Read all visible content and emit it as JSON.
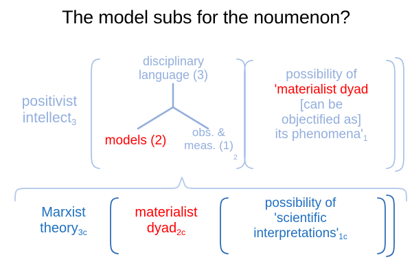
{
  "slide": {
    "title": "The model subs for the noumenon?",
    "background": "#ffffff",
    "colors": {
      "title": "#000000",
      "light_blue": "#93aedd",
      "dark_blue": "#1f6fc0",
      "red": "#fe0000"
    }
  },
  "upper_row": {
    "label": {
      "text": "positivist",
      "text_line2": "intellect",
      "subscript": "3",
      "color": "#93aedd"
    },
    "tree_group": {
      "root": {
        "text": "disciplinary",
        "text_line2": "language (3)",
        "color": "#93aedd"
      },
      "branch_left": {
        "text": "models (2)",
        "color": "#fe0000"
      },
      "branch_right": {
        "text": "obs. &",
        "text_line2": "meas. (1)",
        "color": "#93aedd"
      },
      "group_subscript": "2"
    },
    "phenomena_group": {
      "line1": "possibility of",
      "line2": "'materialist dyad",
      "line3": "[can be",
      "line4": "objectified as]",
      "line5": "its phenomena'",
      "subscript": "1",
      "line2_color": "#fe0000",
      "other_color": "#93aedd"
    }
  },
  "lower_row": {
    "label": {
      "text": "Marxist",
      "text_line2": "theory",
      "subscript": "3c",
      "color": "#1f6fc0"
    },
    "dyad_group": {
      "text": "materialist",
      "text_line2": "dyad",
      "subscript": "2c",
      "color": "#fe0000"
    },
    "interpretations_group": {
      "line1": "possibility of",
      "line2": "'scientific",
      "line3": "interpretations'",
      "subscript": "1c",
      "color": "#1f6fc0"
    }
  },
  "icons": {
    "tree_connector": "y-branch-connector",
    "upper_outer_bracket": "curly-bracket-left",
    "lower_outer_brace": "horizontal-curly-brace"
  }
}
